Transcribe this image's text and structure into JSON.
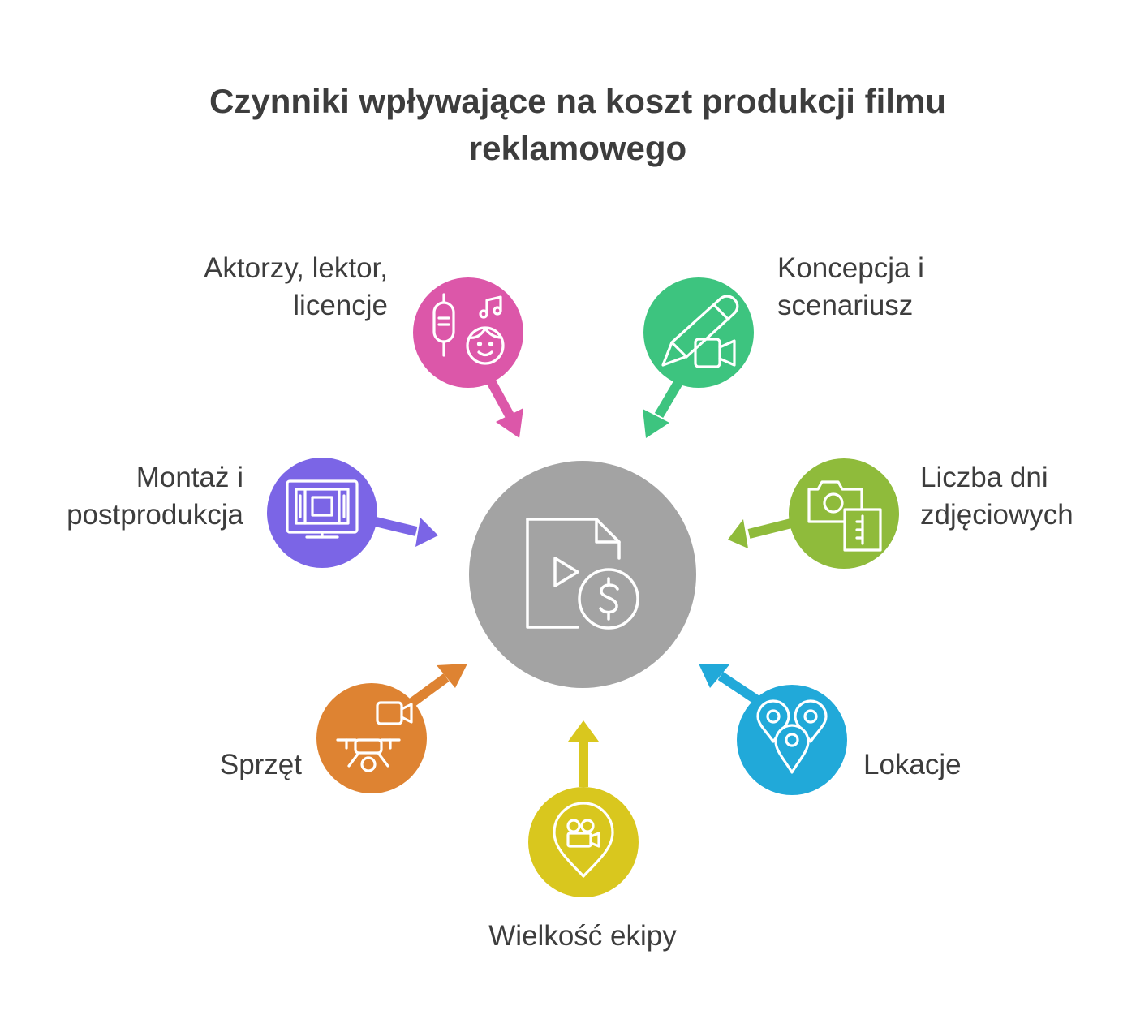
{
  "title": {
    "line1": "Czynniki wpływające na koszt produkcji filmu",
    "line2": "reklamowego"
  },
  "center": {
    "icon": "video-file-cost-icon",
    "color": "#a3a3a3"
  },
  "factors": [
    {
      "id": "aktorzy",
      "line1": "Aktorzy, lektor,",
      "line2": "licencje",
      "icon": "microphone-music-face-icon",
      "color": "#dc57a9"
    },
    {
      "id": "koncepcja",
      "line1": "Koncepcja i",
      "line2": "scenariusz",
      "icon": "pencil-camera-icon",
      "color": "#3dc47f"
    },
    {
      "id": "montaz",
      "line1": "Montaż i",
      "line2": "postprodukcja",
      "icon": "monitor-film-icon",
      "color": "#7b65e6"
    },
    {
      "id": "dni",
      "line1": "Liczba dni",
      "line2": "zdjęciowych",
      "icon": "camera-notebook-icon",
      "color": "#8fbb3b"
    },
    {
      "id": "sprzet",
      "line1": "Sprzęt",
      "line2": "",
      "icon": "drone-camera-icon",
      "color": "#de8332"
    },
    {
      "id": "lokacje",
      "line1": "Lokacje",
      "line2": "",
      "icon": "location-pins-icon",
      "color": "#21a9d9"
    },
    {
      "id": "ekipa",
      "line1": "Wielkość ekipy",
      "line2": "",
      "icon": "camera-pin-icon",
      "color": "#d9c71e"
    }
  ]
}
